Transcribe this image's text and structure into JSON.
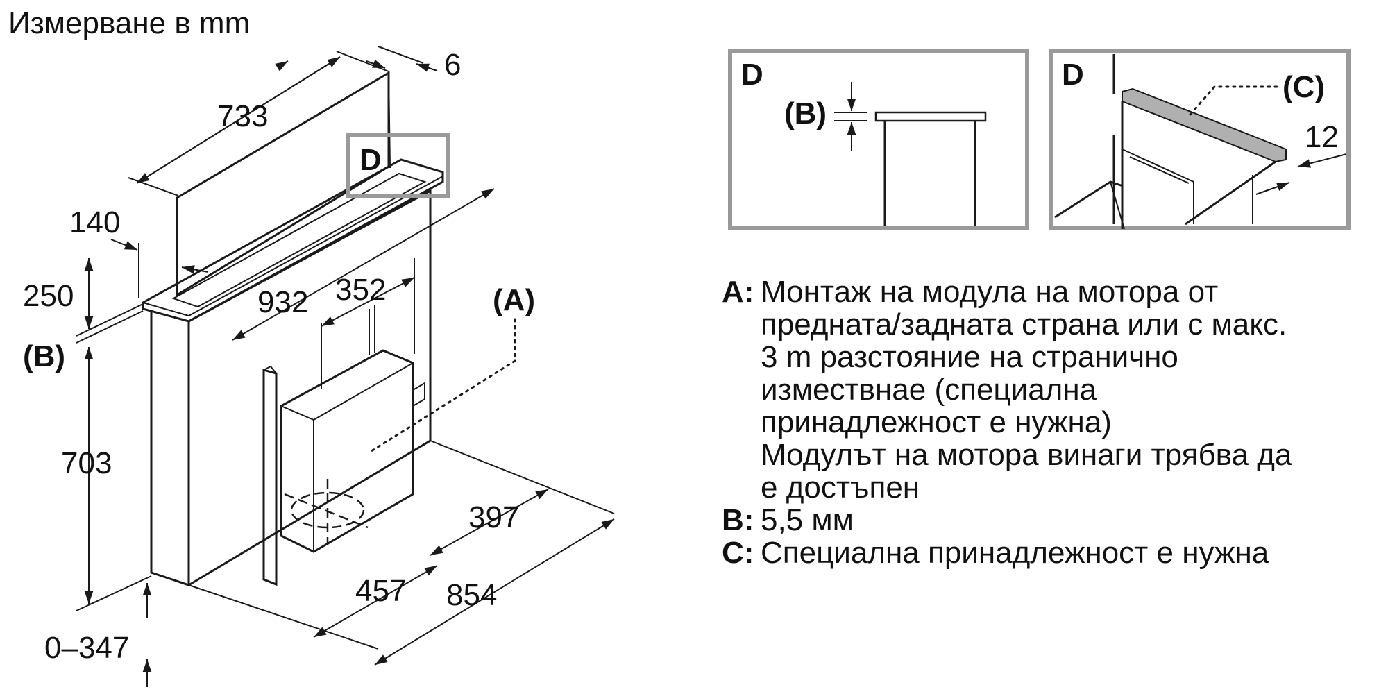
{
  "title": "Измерване в mm",
  "dimensions": {
    "d733": "733",
    "d6": "6",
    "d140": "140",
    "d250": "250",
    "d932": "932",
    "d352": "352",
    "d703": "703",
    "d397": "397",
    "d457": "457",
    "d854": "854",
    "d0347": "0–347",
    "d12": "12"
  },
  "labels": {
    "A": "(A)",
    "B": "(B)",
    "B_detail": "(B)",
    "C": "(C)",
    "D_main": "D",
    "D_panel1": "D",
    "D_panel2": "D"
  },
  "legend": [
    {
      "key": "A:",
      "lines": [
        "Монтаж на модула на мотора от",
        "предната/задната страна или с макс.",
        "3 m разстояние на странично",
        "измествнае (специална",
        "принадлежност е нужна)",
        "Модулът на мотора винаги трябва да",
        "е достъпен"
      ]
    },
    {
      "key": "B:",
      "lines": [
        "5,5 мм"
      ]
    },
    {
      "key": "C:",
      "lines": [
        "Специална принадлежност е нужна"
      ]
    }
  ]
}
